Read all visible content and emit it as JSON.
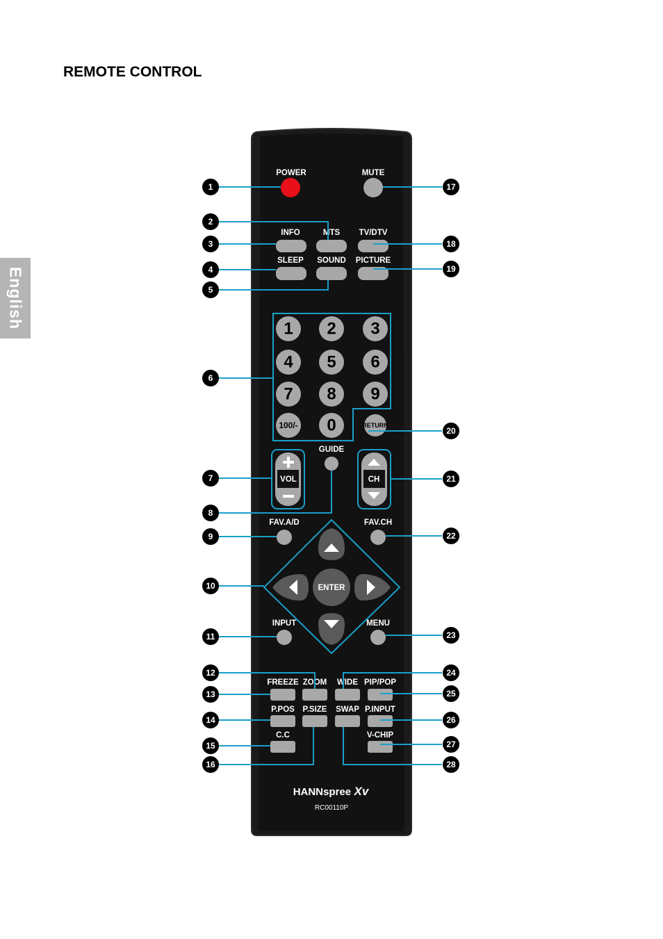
{
  "page": {
    "title": "REMOTE CONTROL",
    "side_tab": "English"
  },
  "remote": {
    "brand": "HANNspree",
    "brand_suffix": "Xv",
    "model": "RC00110P",
    "labels": {
      "power": "POWER",
      "mute": "MUTE",
      "info": "INFO",
      "mts": "MTS",
      "tvdtv": "TV/DTV",
      "sleep": "SLEEP",
      "sound": "SOUND",
      "picture": "PICTURE",
      "guide": "GUIDE",
      "vol": "VOL",
      "ch": "CH",
      "fav_ad": "FAV.A/D",
      "fav_ch": "FAV.CH",
      "enter": "ENTER",
      "input": "INPUT",
      "menu": "MENU",
      "freeze": "FREEZE",
      "zoom": "ZOOM",
      "wide": "WIDE",
      "pippop": "PIP/POP",
      "ppos": "P.POS",
      "psize": "P.SIZE",
      "swap": "SWAP",
      "pinput": "P.INPUT",
      "cc": "C.C",
      "vchip": "V-CHIP"
    },
    "digits": [
      "1",
      "2",
      "3",
      "4",
      "5",
      "6",
      "7",
      "8",
      "9",
      "100/-",
      "0",
      "RETURN"
    ]
  },
  "callouts": [
    "1",
    "2",
    "3",
    "4",
    "5",
    "6",
    "7",
    "8",
    "9",
    "10",
    "11",
    "12",
    "13",
    "14",
    "15",
    "16",
    "17",
    "18",
    "19",
    "20",
    "21",
    "22",
    "23",
    "24",
    "25",
    "26",
    "27",
    "28"
  ],
  "colors": {
    "remote_body": "#121212",
    "button_gray": "#a8a8a8",
    "power_red": "#e8101a",
    "leader_line": "#1aa0c8",
    "callout": "#000000"
  }
}
